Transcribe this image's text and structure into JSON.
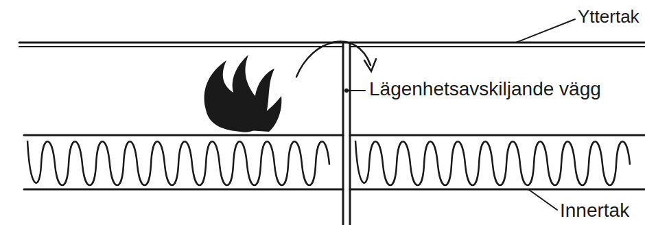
{
  "diagram": {
    "labels": [
      "Yttertak",
      "Lägenhetsavskiljande vägg",
      "Innertak"
    ]
  }
}
